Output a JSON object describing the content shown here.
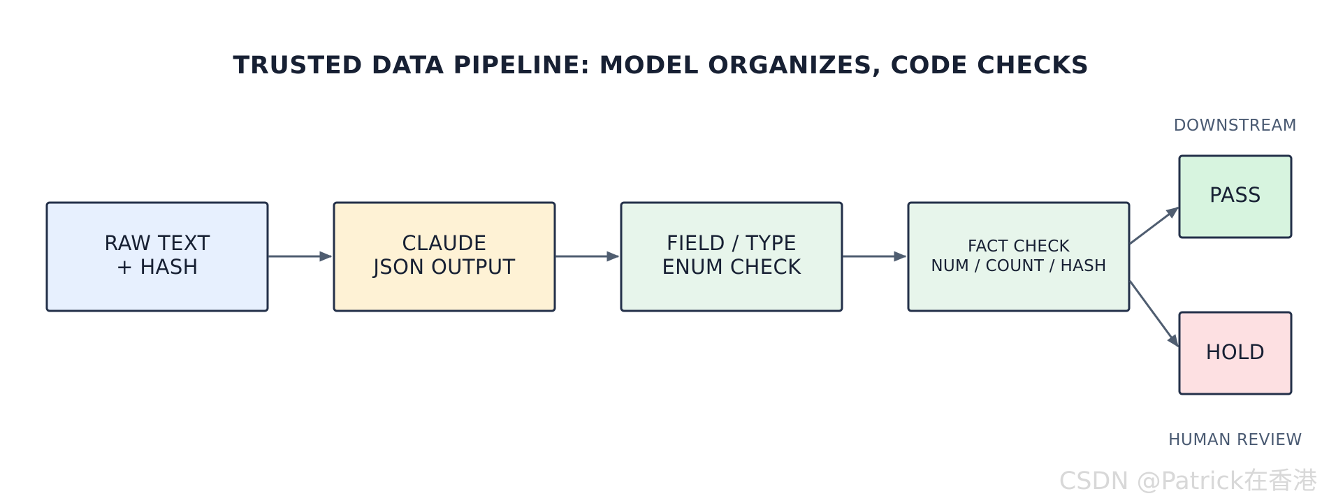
{
  "title": "TRUSTED DATA PIPELINE: MODEL ORGANIZES, CODE CHECKS",
  "nodes": {
    "raw_text": {
      "line1": "RAW TEXT",
      "line2": "+ HASH",
      "fill": "#e7f0fe"
    },
    "claude": {
      "line1": "CLAUDE",
      "line2": "JSON OUTPUT",
      "fill": "#fef2d5"
    },
    "field_check": {
      "line1": "FIELD / TYPE",
      "line2": "ENUM CHECK",
      "fill": "#e7f5eb"
    },
    "fact_check": {
      "line1": "FACT CHECK",
      "line2": "NUM / COUNT / HASH",
      "fill": "#e7f5eb"
    },
    "pass": {
      "label": "PASS",
      "fill": "#d7f4df"
    },
    "hold": {
      "label": "HOLD",
      "fill": "#fde0e2"
    }
  },
  "captions": {
    "downstream": "DOWNSTREAM",
    "human_review": "HUMAN REVIEW"
  },
  "watermark": "CSDN @Patrick在香港",
  "colors": {
    "border": "#233049",
    "arrow": "#4f5d70",
    "title": "#172033",
    "caption": "#4a5a72"
  }
}
